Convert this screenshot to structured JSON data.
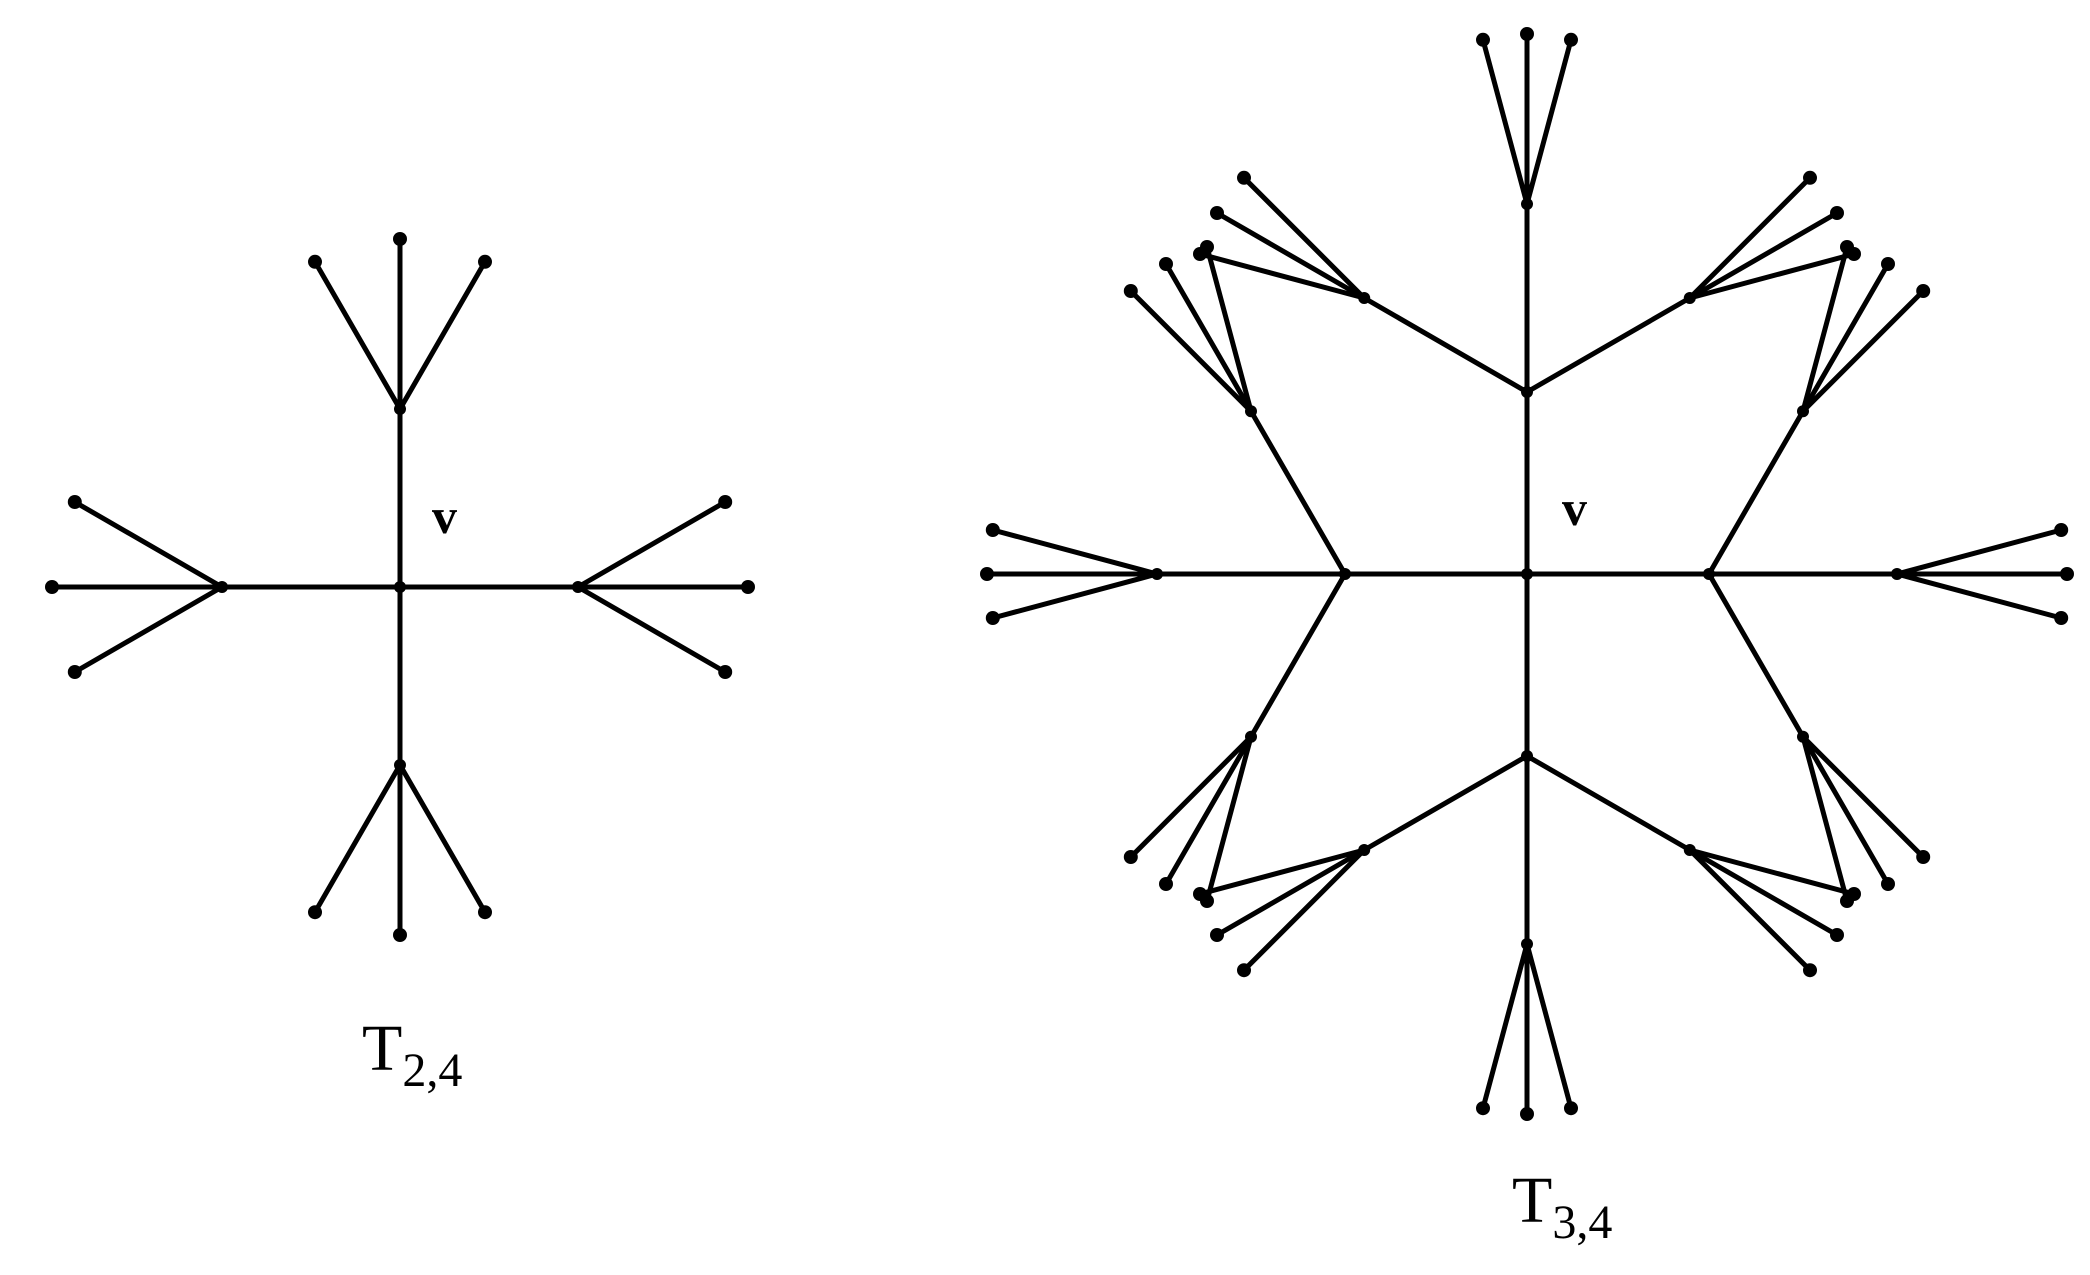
{
  "trees": [
    {
      "id": "t24",
      "caption_main": "T",
      "caption_sub": "2,4",
      "center_label": "v",
      "depth": 2,
      "degree": 4
    },
    {
      "id": "t34",
      "caption_main": "T",
      "caption_sub": "3,4",
      "center_label": "v",
      "depth": 3,
      "degree": 4
    }
  ],
  "colors": {
    "edge": "#000000",
    "node": "#000000",
    "background": "#ffffff"
  }
}
